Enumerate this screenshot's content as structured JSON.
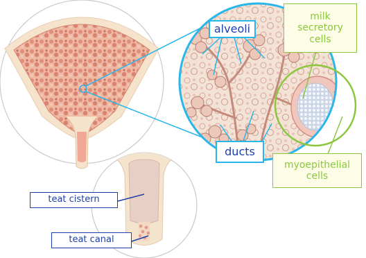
{
  "labels": {
    "alveoli": "alveoli",
    "ducts": "ducts",
    "milk_secretory_cells_line1": "milk",
    "milk_secretory_cells_line2": "secretory",
    "milk_secretory_cells_line3": "cells",
    "myoepithelial_cells_line1": "myoepithelial",
    "myoepithelial_cells_line2": "cells",
    "teat_cistern": "teat cistern",
    "teat_canal": "teat canal"
  },
  "colors": {
    "blue_label": "#1f3fa8",
    "cyan_accent": "#29b6e8",
    "green_accent": "#8cc63f",
    "udder_tissue": "#e8a38f",
    "skin": "#f6e3cc"
  }
}
